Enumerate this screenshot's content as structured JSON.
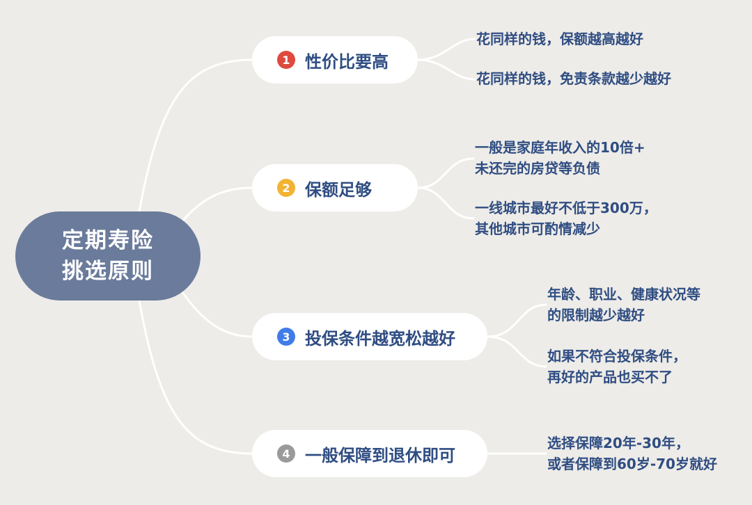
{
  "root": {
    "line1": "定期寿险",
    "line2": "挑选原则"
  },
  "colors": {
    "background": "#eeece8",
    "root_fill": "#6a7b9b",
    "text": "#2f4d82",
    "badge1": "#dc4b3e",
    "badge2": "#f2b233",
    "badge3": "#3f7ce8",
    "badge4": "#9a9a9a"
  },
  "branches": [
    {
      "number": "1",
      "label": "性价比要高",
      "leaves": [
        {
          "lines": [
            "花同样的钱，保额越高越好"
          ]
        },
        {
          "lines": [
            "花同样的钱，免责条款越少越好"
          ]
        }
      ]
    },
    {
      "number": "2",
      "label": "保额足够",
      "leaves": [
        {
          "lines": [
            "一般是家庭年收入的10倍+",
            "未还完的房贷等负债"
          ]
        },
        {
          "lines": [
            "一线城市最好不低于300万，",
            "其他城市可酌情减少"
          ]
        }
      ]
    },
    {
      "number": "3",
      "label": "投保条件越宽松越好",
      "leaves": [
        {
          "lines": [
            "年龄、职业、健康状况等",
            "的限制越少越好"
          ]
        },
        {
          "lines": [
            "如果不符合投保条件，",
            "再好的产品也买不了"
          ]
        }
      ]
    },
    {
      "number": "4",
      "label": "一般保障到退休即可",
      "leaves": [
        {
          "lines": [
            "选择保障20年-30年，",
            "或者保障到60岁-70岁就好"
          ]
        }
      ]
    }
  ]
}
